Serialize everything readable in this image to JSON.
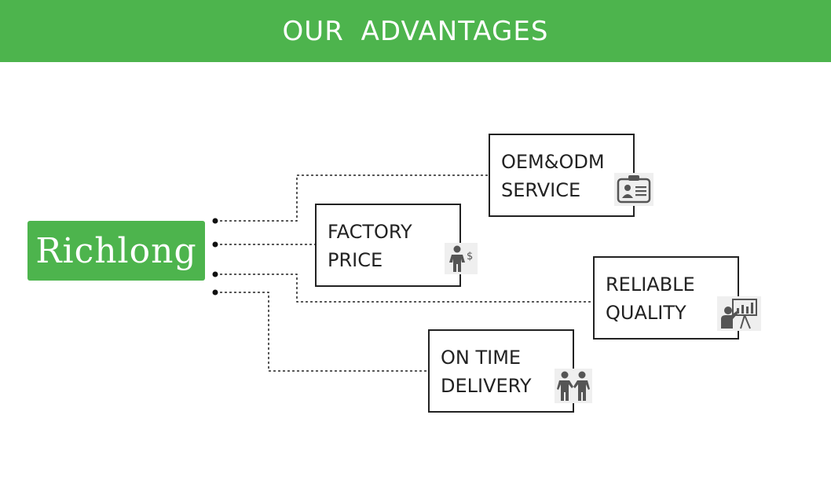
{
  "header": {
    "title": "OUR  ADVANTAGES"
  },
  "brand": {
    "name": "Richlong"
  },
  "colors": {
    "brand_green": "#4db44d",
    "line": "#222222",
    "icon_gray": "#555555"
  },
  "advantages": [
    {
      "label": "OEM&ODM\nSERVICE",
      "icon": "id-badge-icon"
    },
    {
      "label": "FACTORY\nPRICE",
      "icon": "person-with-dollar-icon"
    },
    {
      "label": "RELIABLE\nQUALITY",
      "icon": "presentation-board-icon"
    },
    {
      "label": "ON TIME\nDELIVERY",
      "icon": "handshake-people-icon"
    }
  ]
}
